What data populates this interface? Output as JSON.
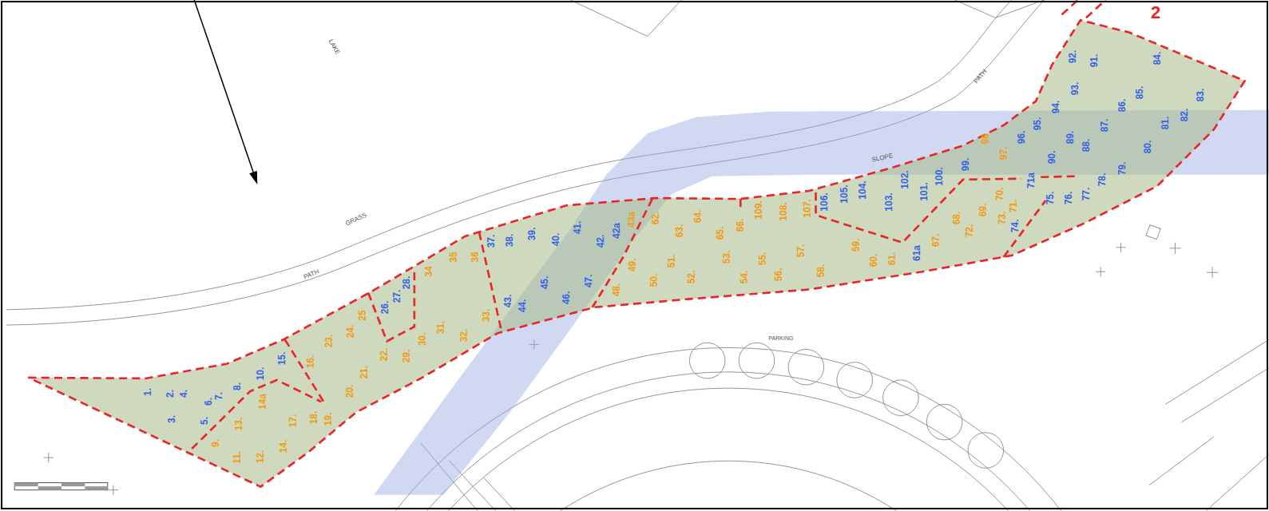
{
  "diagram": {
    "labels": [
      "1.",
      "2.",
      "3.",
      "4.",
      "5.",
      "6.",
      "7.",
      "8.",
      "9.",
      "10.",
      "11.",
      "12.",
      "13.",
      "14.",
      "14a",
      "15.",
      "16.",
      "17.",
      "18.",
      "19.",
      "20.",
      "21.",
      "22.",
      "23.",
      "24.",
      "25",
      "26.",
      "27.",
      "28.",
      "29.",
      "30.",
      "31.",
      "32.",
      "33.",
      "34",
      "35",
      "36",
      "37.",
      "38.",
      "39.",
      "40.",
      "41.",
      "42.",
      "42a",
      "43a",
      "43.",
      "44.",
      "45.",
      "46.",
      "47.",
      "48.",
      "49.",
      "50.",
      "51.",
      "52.",
      "53.",
      "54.",
      "55.",
      "56.",
      "57.",
      "58.",
      "59.",
      "60.",
      "61.",
      "61a",
      "62.",
      "63.",
      "64.",
      "65.",
      "66.",
      "67.",
      "68.",
      "69.",
      "70.",
      "71.",
      "71a",
      "72.",
      "73.",
      "74.",
      "75.",
      "76.",
      "77.",
      "78.",
      "79.",
      "80.",
      "81.",
      "82.",
      "83.",
      "84.",
      "85.",
      "86.",
      "87.",
      "88.",
      "89.",
      "90.",
      "91.",
      "92.",
      "93.",
      "94.",
      "95.",
      "96.",
      "97.",
      "98",
      "99.",
      "100.",
      "101.",
      "102.",
      "103.",
      "104.",
      "105.",
      "106.",
      "107.",
      "108.",
      "109.",
      "2",
      "LAKE",
      "GRASS",
      "PATH",
      "PATH",
      "SLOPE",
      "PARKING"
    ]
  }
}
